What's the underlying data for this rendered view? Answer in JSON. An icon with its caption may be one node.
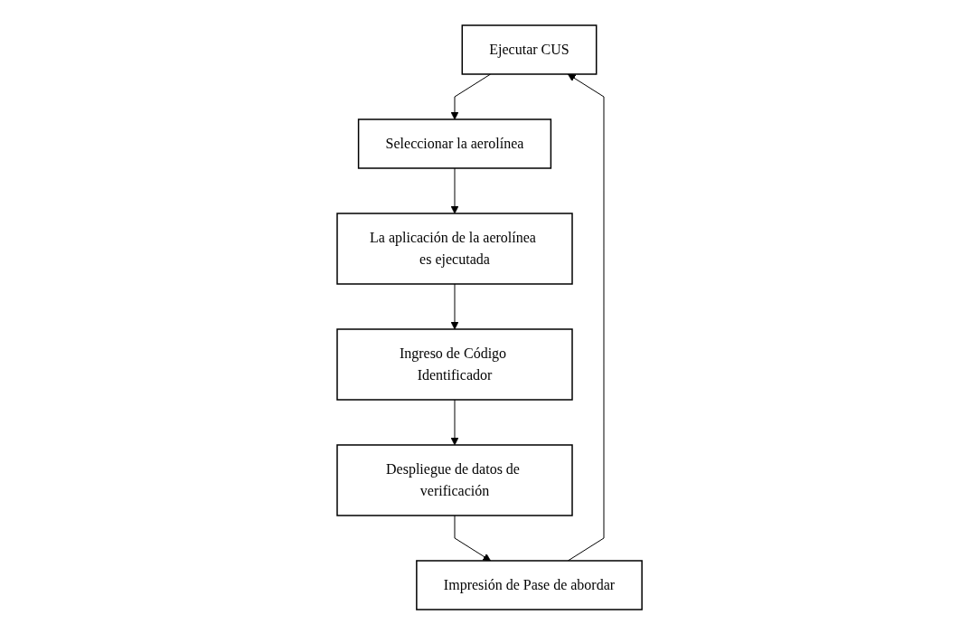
{
  "diagram": {
    "nodes": [
      {
        "text": [
          "Ejecutar CUS"
        ]
      },
      {
        "text": [
          "Seleccionar la aerolínea"
        ]
      },
      {
        "text": [
          "La aplicación de la aerolínea es ejecutada"
        ]
      },
      {
        "text": [
          "Ingreso de Código Identificador"
        ]
      },
      {
        "text": [
          "Despliegue de datos de verificación"
        ]
      },
      {
        "text": [
          "Impresión de Pase de abordar"
        ]
      }
    ],
    "edges": [
      {
        "from": 0,
        "to": 1,
        "arrow": "to"
      },
      {
        "from": 1,
        "to": 2,
        "arrow": "to"
      },
      {
        "from": 2,
        "to": 3,
        "arrow": "to"
      },
      {
        "from": 3,
        "to": 4,
        "arrow": "to"
      },
      {
        "from": 4,
        "to": 5,
        "arrow": "to"
      },
      {
        "from": 5,
        "to": 0,
        "arrow": "to"
      }
    ]
  }
}
